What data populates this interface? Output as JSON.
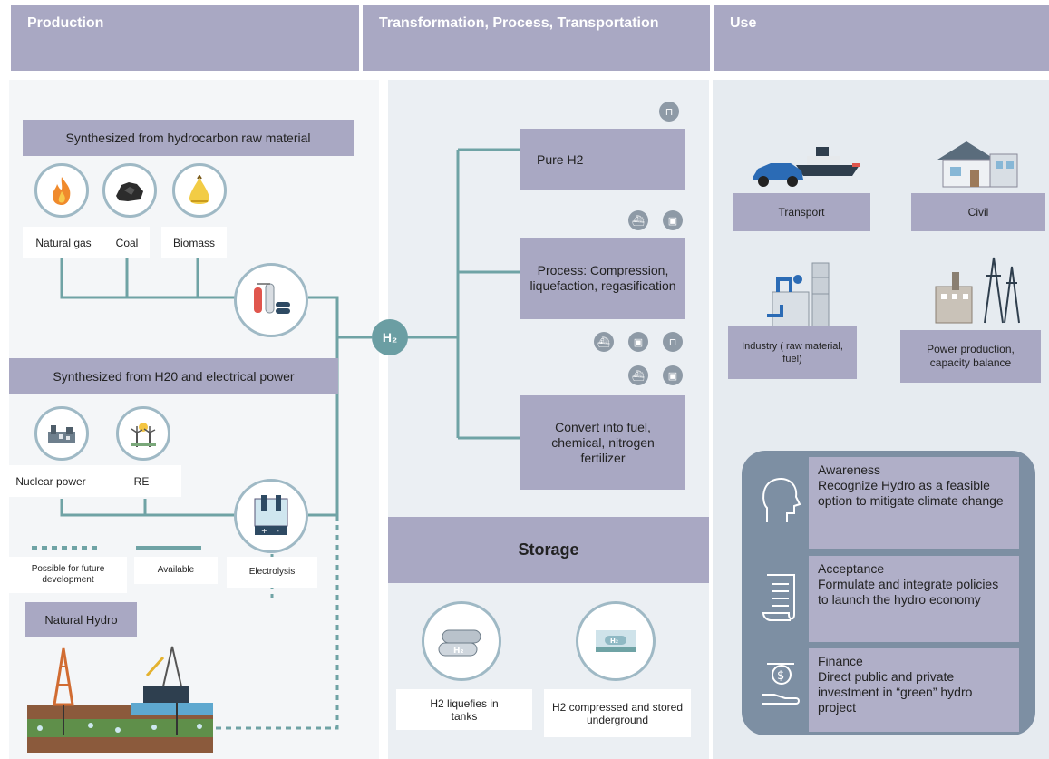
{
  "headers": {
    "production": "Production",
    "transformation": "Transformation, Process, Transportation",
    "use": "Use"
  },
  "production": {
    "hydrocarbon_title": "Synthesized from hydrocarbon raw material",
    "natural_gas": "Natural gas",
    "coal": "Coal",
    "biomass": "Biomass",
    "h2o_title": "Synthesized from H20 and electrical power",
    "nuclear": "Nuclear power",
    "re": "RE",
    "legend_future": "Possible for future development",
    "legend_available": "Available",
    "electrolysis": "Electrolysis",
    "natural_hydro": "Natural Hydro",
    "h2_node": "H₂"
  },
  "transformation": {
    "pure_h2": "Pure H2",
    "process": "Process: Compression, liquefaction, regasification",
    "convert": "Convert into fuel, chemical, nitrogen fertilizer",
    "storage": "Storage",
    "tanks": "H2 liquefies in tanks",
    "underground": "H2 compressed and stored underground",
    "tank_badge": "H₂",
    "underground_badge": "H₂"
  },
  "use": {
    "transport": "Transport",
    "civil": "Civil",
    "industry": "Industry ( raw material, fuel)",
    "power": "Power production, capacity balance",
    "awareness_title": "Awareness",
    "awareness_text": "Recognize Hydro as a feasible option to mitigate climate change",
    "acceptance_title": "Acceptance",
    "acceptance_text": "Formulate and integrate policies to launch the hydro economy",
    "finance_title": "Finance",
    "finance_text": "Direct public and private investment in “green” hydro project"
  },
  "colors": {
    "header": "#a9a8c3",
    "box": "#a9a8c3",
    "line": "#6fa3a5",
    "node": "#6b9ea3",
    "panel_left": "#f4f6f8",
    "panel_mid": "#ebeff3",
    "panel_right": "#e6ebf0",
    "callout": "#7d8fa3"
  }
}
